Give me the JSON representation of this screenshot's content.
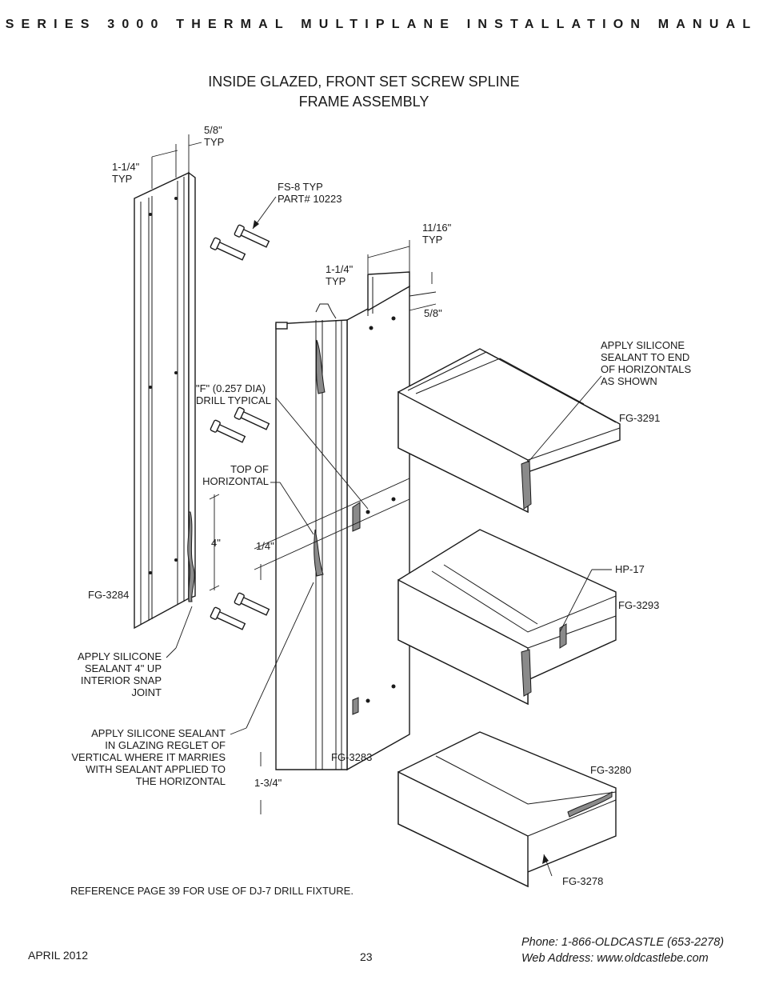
{
  "header": "SERIES 3000 THERMAL MULTIPLANE INSTALLATION MANUAL",
  "title": {
    "line1": "INSIDE GLAZED, FRONT SET SCREW SPLINE",
    "line2": "FRAME ASSEMBLY"
  },
  "labels": {
    "dim_5_8_typ": [
      "5/8\"",
      "TYP"
    ],
    "dim_1_1_4_typ_left": [
      "1-1/4\"",
      "TYP"
    ],
    "fs8": [
      "FS-8 TYP",
      "PART# 10223"
    ],
    "dim_11_16_typ": [
      "11/16\"",
      "TYP"
    ],
    "dim_1_1_4_typ_mid": [
      "1-1/4\"",
      "TYP"
    ],
    "dim_5_8": "5/8\"",
    "apply_end": [
      "APPLY SILICONE",
      "SEALANT TO END",
      "OF HORIZONTALS",
      "AS SHOWN"
    ],
    "fg3291": "FG-3291",
    "drill": [
      "\"F\" (0.257 DIA)",
      "DRILL TYPICAL"
    ],
    "top_of": [
      "TOP OF",
      "HORIZONTAL"
    ],
    "dim_4": "4\"",
    "dim_1_4": "1/4\"",
    "fg3284": "FG-3284",
    "hp17": "HP-17",
    "fg3293": "FG-3293",
    "apply_snap": [
      "APPLY SILICONE",
      "SEALANT 4\" UP",
      "INTERIOR SNAP",
      "JOINT"
    ],
    "apply_reglet": [
      "APPLY SILICONE SEALANT",
      "IN GLAZING REGLET OF",
      "VERTICAL WHERE IT MARRIES",
      "WITH SEALANT APPLIED TO",
      "THE HORIZONTAL"
    ],
    "fg3283": "FG-3283",
    "dim_1_3_4": "1-3/4\"",
    "fg3280": "FG-3280",
    "fg3278": "FG-3278",
    "reference": "REFERENCE PAGE 39 FOR USE OF DJ-7 DRILL FIXTURE."
  },
  "footer": {
    "date": "APRIL 2012",
    "page": "23",
    "phone": "Phone: 1-866-OLDCASTLE (653-2278)",
    "web": "Web Address: www.oldcastlebe.com"
  }
}
